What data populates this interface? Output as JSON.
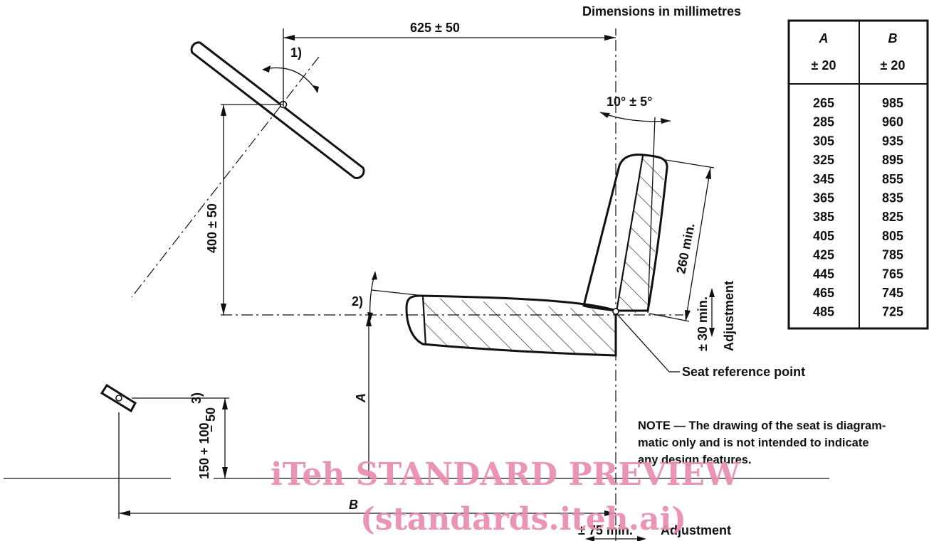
{
  "header": {
    "units_note": "Dimensions in millimetres"
  },
  "dimensions": {
    "horizontal_top": "625 ± 50",
    "vertical_steering": "400 ± 50",
    "backrest_angle": "10° ± 5°",
    "backrest_length": "260 min.",
    "seat_adjust_vertical": "± 30 min.",
    "adjustment_word_vertical": "Adjustment",
    "pedal_height_base": "150",
    "pedal_height_plus": "+ 100",
    "pedal_height_plus_note": "3)",
    "pedal_height_minus": "– 50",
    "label_a": "A",
    "label_b": "B",
    "horizontal_adjust": "± 75 min.",
    "horizontal_adjust_word": "Adjustment",
    "footnote_1": "1)",
    "footnote_2": "2)"
  },
  "callouts": {
    "seat_reference_point": "Seat reference point"
  },
  "note": {
    "line1": "NOTE — The drawing of the seat is diagram-",
    "line2": "matic only and is not intended to indicate",
    "line3": "any design features."
  },
  "table": {
    "headers": [
      {
        "name": "A",
        "tol": "± 20"
      },
      {
        "name": "B",
        "tol": "± 20"
      }
    ],
    "rows": [
      [
        "265",
        "985"
      ],
      [
        "285",
        "960"
      ],
      [
        "305",
        "935"
      ],
      [
        "325",
        "895"
      ],
      [
        "345",
        "855"
      ],
      [
        "365",
        "835"
      ],
      [
        "385",
        "825"
      ],
      [
        "405",
        "805"
      ],
      [
        "425",
        "785"
      ],
      [
        "445",
        "765"
      ],
      [
        "465",
        "745"
      ],
      [
        "485",
        "725"
      ]
    ]
  },
  "watermark": {
    "line1": "iTeh STANDARD PREVIEW",
    "line2": "(standards.iteh.ai)"
  }
}
